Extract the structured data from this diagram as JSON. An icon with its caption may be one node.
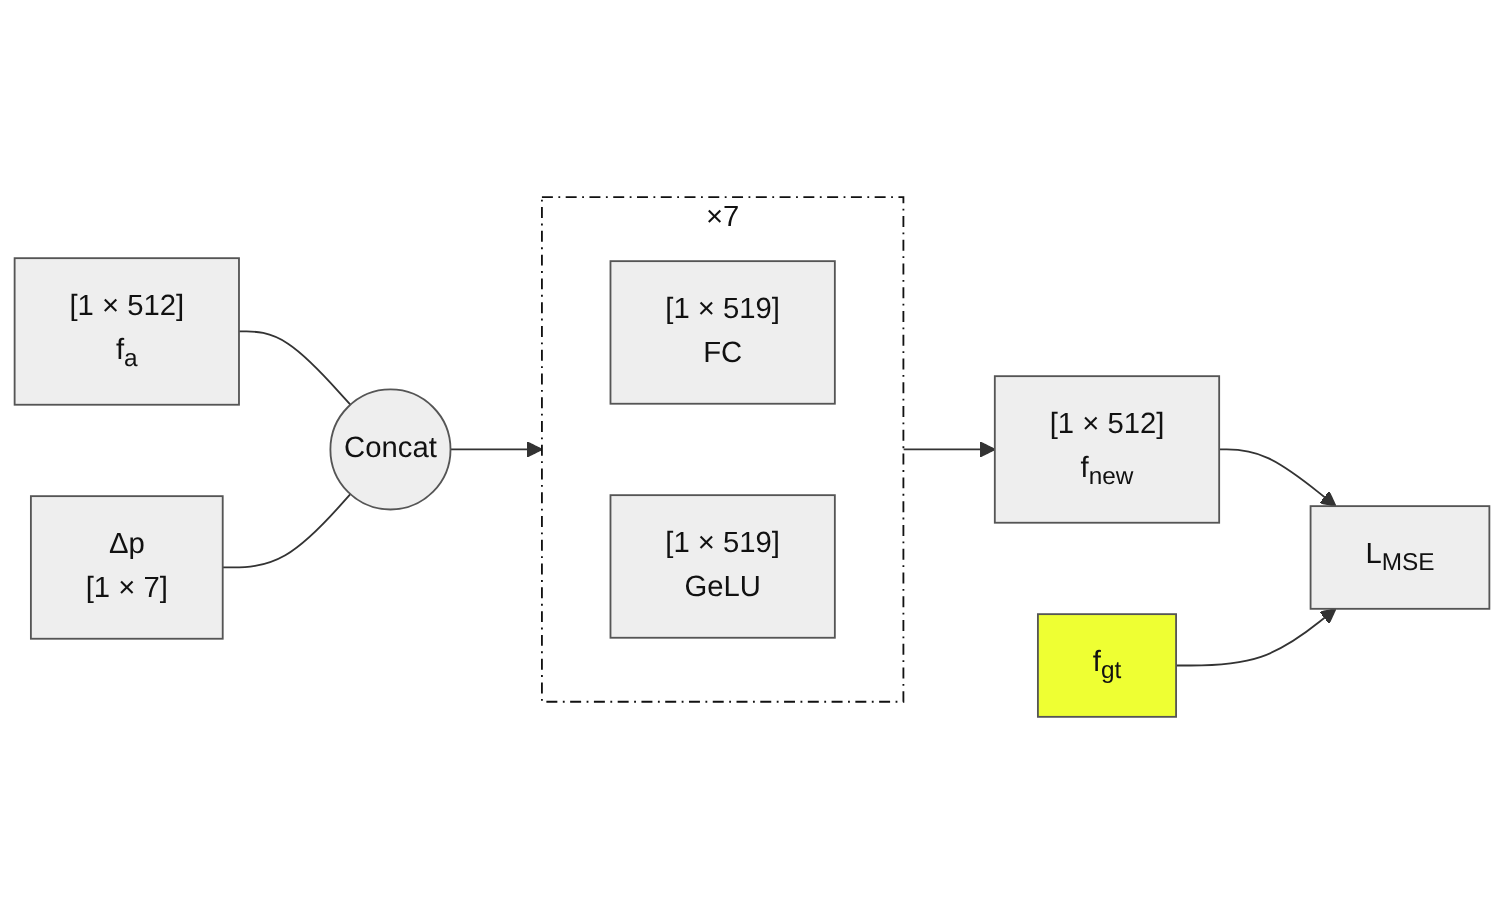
{
  "diagram": {
    "nodes": [
      {
        "text": [
          "[1 × 512]",
          "f$_{a}$"
        ]
      },
      {
        "text": [
          "Δp",
          "[1 × 7]"
        ]
      },
      {
        "text": [
          "Concat"
        ]
      },
      {
        "text": [
          "×7"
        ]
      },
      {
        "text": [
          "[1 × 519]",
          "FC"
        ],
        "in": 3
      },
      {
        "text": [
          "[1 × 519]",
          "GeLU"
        ],
        "in": 3
      },
      {
        "text": [
          "[1 × 512]",
          "f$_{new}$"
        ]
      },
      {
        "text": [
          "L$_{MSE}$"
        ]
      },
      {
        "text": [
          "f$_{gt}$"
        ]
      }
    ],
    "edges": [
      {
        "from": 0,
        "to": 2,
        "arrow": "none"
      },
      {
        "from": 1,
        "to": 2,
        "arrow": "none"
      },
      {
        "from": 2,
        "to": 3,
        "arrow": "to"
      },
      {
        "from": 3,
        "to": 6,
        "arrow": "to"
      },
      {
        "from": 6,
        "to": 7,
        "arrow": "to"
      },
      {
        "from": 8,
        "to": 7,
        "arrow": "to"
      }
    ]
  }
}
